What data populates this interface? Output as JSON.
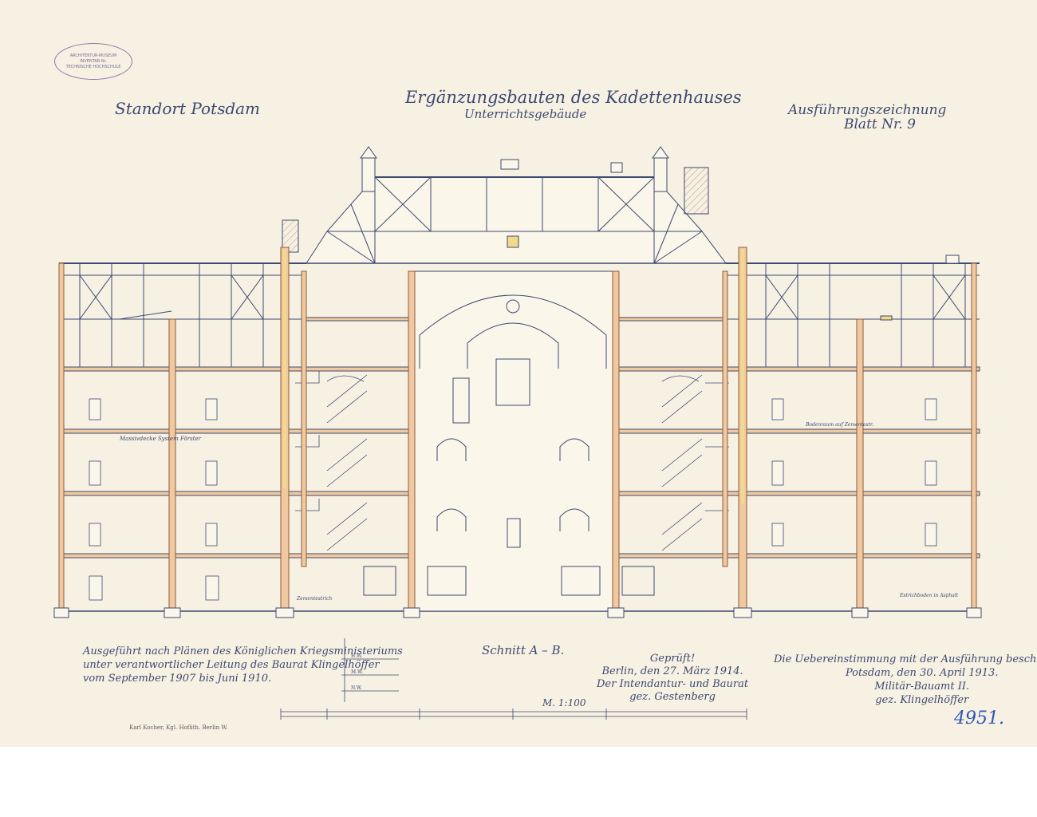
{
  "sheet": {
    "title": "Ergänzungsbauten des Kadettenhauses",
    "subtitle": "Unterrichtsgebäude",
    "location": "Standort Potsdam",
    "drawing_type": "Ausführungszeichnung",
    "sheet_number": "Blatt Nr. 9",
    "section_label": "Schnitt A – B.",
    "scale": "M. 1:100",
    "inventory_number": "4951."
  },
  "stamp": {
    "line1": "ARCHITEKTUR-MUSEUM",
    "line2": "INVENTAR-Nr.",
    "line3": "TECHNISCHE HOCHSCHULE"
  },
  "execution_note": {
    "line1": "Ausgeführt nach Plänen des Königlichen Kriegsministeriums",
    "line2": "unter verantwortlicher Leitung des Baurat Klingelhöffer",
    "line3": "vom September 1907 bis Juni 1910."
  },
  "check_note": {
    "line1": "Geprüft!",
    "line2": "Berlin, den 27. März 1914.",
    "line3": "Der Intendantur- und Baurat",
    "line4": "gez. Gestenberg"
  },
  "confirm_note": {
    "line1": "Die Uebereinstimmung mit der Ausführung bescheinigt.",
    "line2": "Potsdam, den 30. April 1913.",
    "line3": "Militär-Bauamt II.",
    "line4": "gez. Klingelhöffer"
  },
  "printer_credit": "Karl Kocher, Kgl. Hoflith. Berlin W.",
  "annotations": {
    "masonry": "Massivdecke System Förster",
    "cement_screed": "Zementestrich",
    "attic": "Bodenraum auf Zementestr.",
    "asphalt": "Estrichboden in Asphalt",
    "hw": "H.W.",
    "mw": "M.W.",
    "nw": "N.W."
  },
  "colors": {
    "paper": "#f7f1e3",
    "ink": "#3d4a70",
    "wall_fill": "#f0c9a0",
    "wall_line": "#8b5a3c",
    "yellow_highlight": "#f3d98a",
    "stamp": "#8a7aa8",
    "inventory_ink": "#2b56b8"
  }
}
